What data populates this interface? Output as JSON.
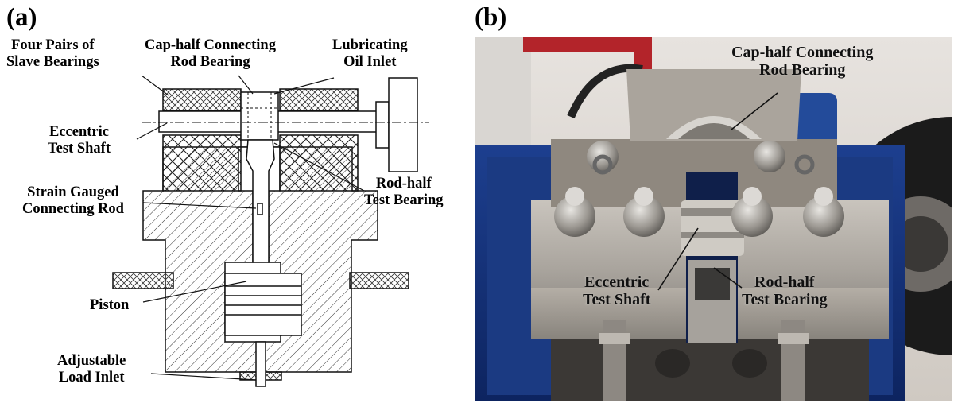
{
  "panel_a": {
    "label": "(a)",
    "labels": {
      "slave_bearings": [
        "Four Pairs of",
        "Slave Bearings"
      ],
      "cap_half_bearing": [
        "Cap-half Connecting",
        "Rod Bearing"
      ],
      "oil_inlet": [
        "Lubricating",
        "Oil Inlet"
      ],
      "eccentric_shaft": [
        "Eccentric",
        "Test Shaft"
      ],
      "rod_half_bearing": [
        "Rod-half",
        "Test Bearing"
      ],
      "connecting_rod": [
        "Strain Gauged",
        "Connecting Rod"
      ],
      "piston": [
        "Piston"
      ],
      "load_inlet": [
        "Adjustable",
        "Load Inlet"
      ]
    }
  },
  "panel_b": {
    "label": "(b)",
    "labels": {
      "cap_half_bearing": [
        "Cap-half Connecting",
        "Rod Bearing"
      ],
      "eccentric_shaft": [
        "Eccentric",
        "Test Shaft"
      ],
      "rod_half_bearing": [
        "Rod-half",
        "Test Bearing"
      ]
    }
  }
}
